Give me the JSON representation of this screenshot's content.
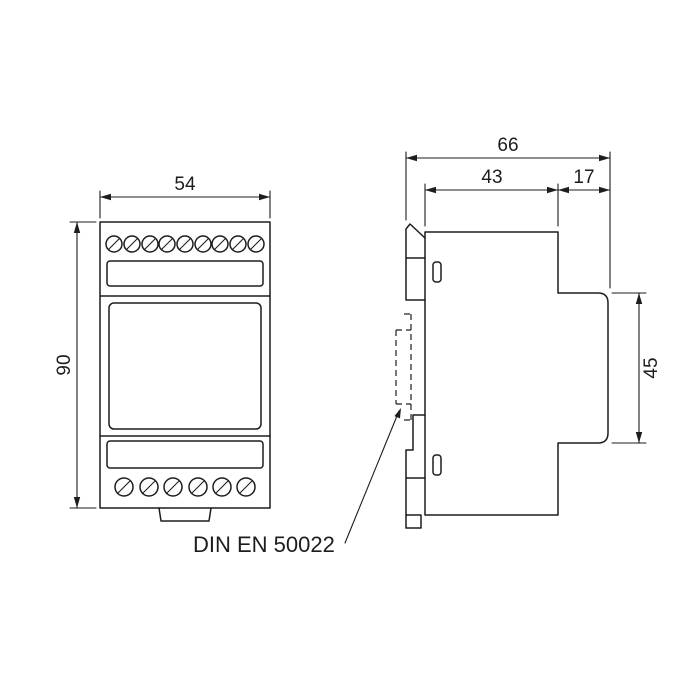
{
  "dimensions": {
    "front_width": "54",
    "front_height": "90",
    "side_total_depth": "66",
    "side_body_depth": "43",
    "side_front_depth": "17",
    "side_front_height": "45"
  },
  "labels": {
    "din_rail_standard": "DIN EN 50022"
  },
  "colors": {
    "line": "#1d1d1d",
    "background": "#ffffff"
  }
}
